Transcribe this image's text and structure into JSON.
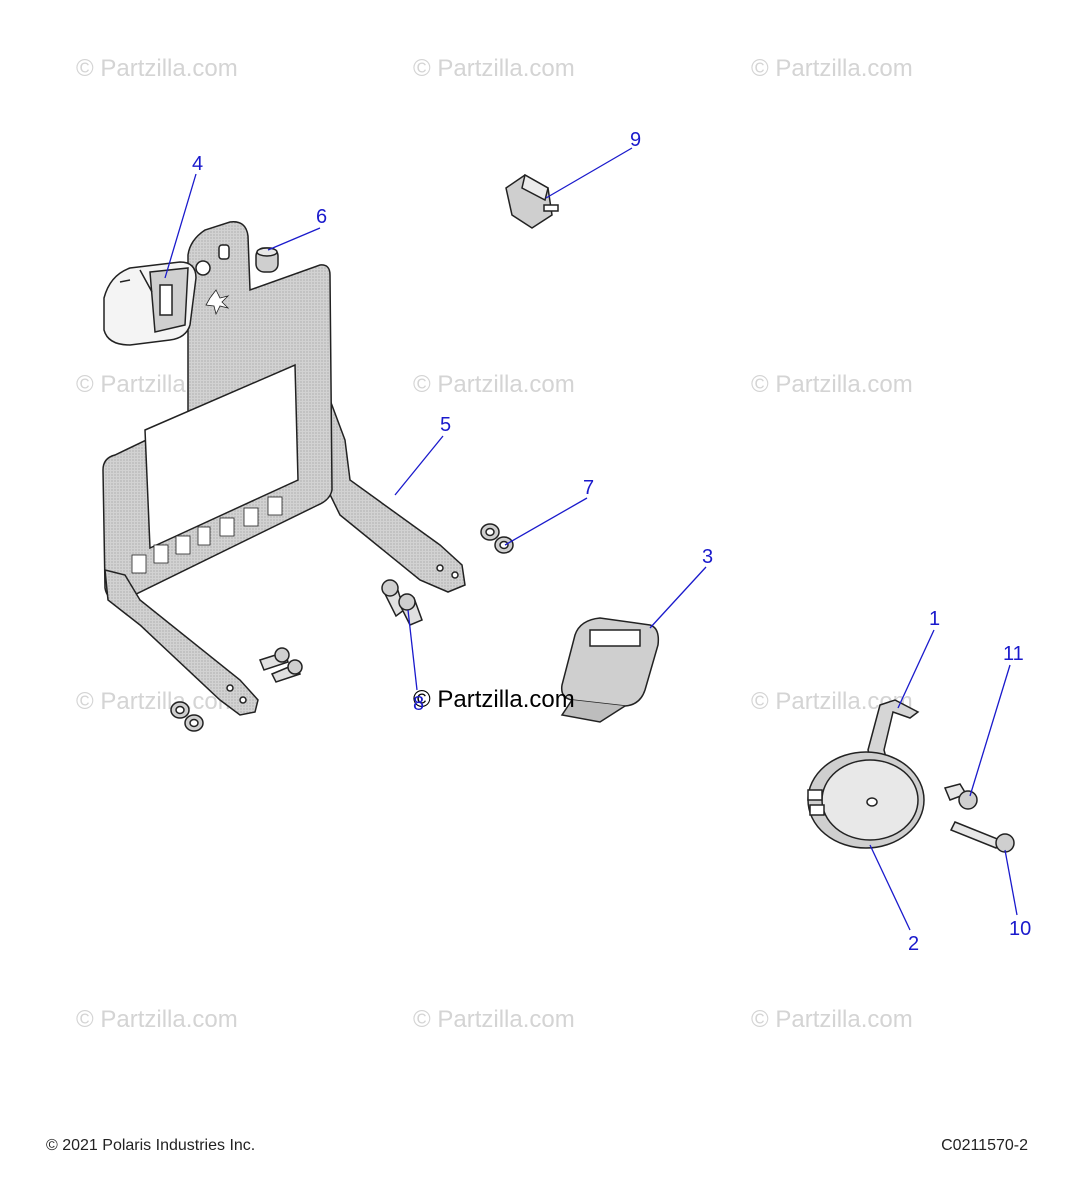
{
  "watermark_text": "© Partzilla.com",
  "center_watermark": "© Partzilla.com",
  "callouts": [
    "1",
    "2",
    "3",
    "4",
    "5",
    "6",
    "7",
    "8",
    "9",
    "10",
    "11"
  ],
  "footer": {
    "copyright": "© 2021 Polaris Industries Inc.",
    "diagram_code": "C0211570-2"
  },
  "colors": {
    "callout": "#1a1acc",
    "watermark": "#d4d4d4",
    "part_fill": "#c8c8c8",
    "outline": "#222222"
  }
}
